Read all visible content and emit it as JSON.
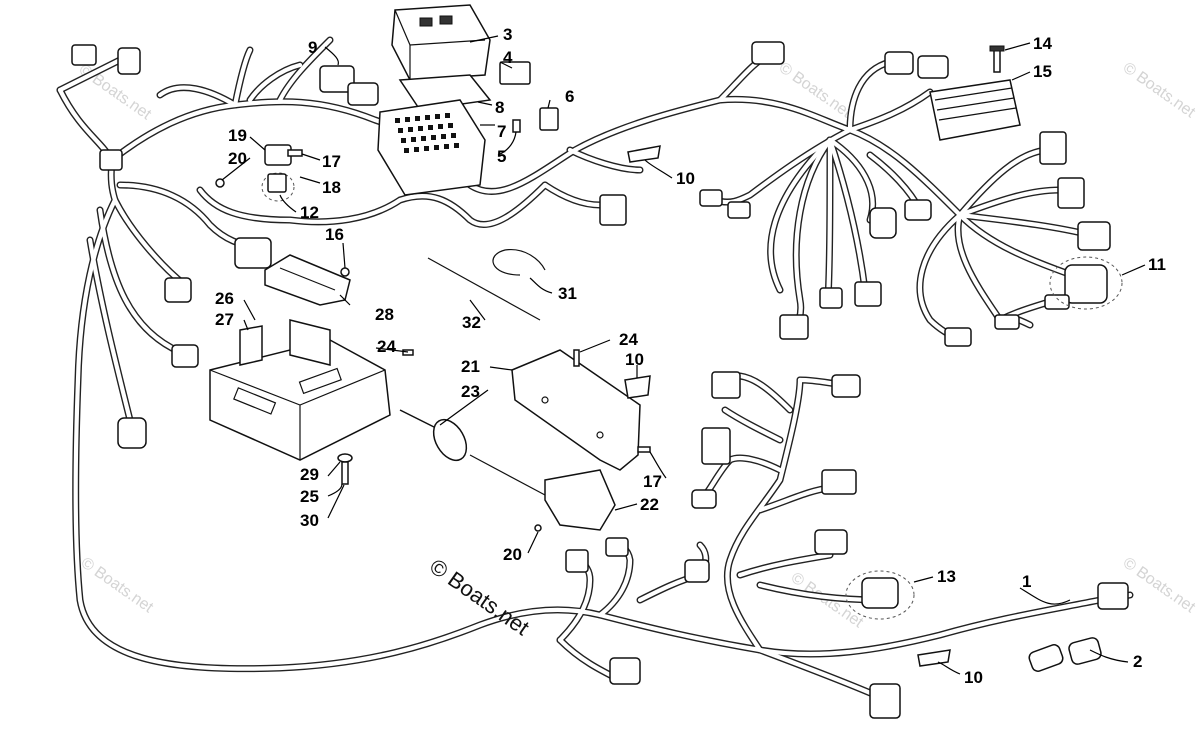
{
  "watermark": {
    "main": "© Boats.net",
    "faint": [
      "© Boats.net",
      "© Boats.net",
      "© Boats.net",
      "© Boats.net",
      "© Boats.net",
      "© Boats.net"
    ]
  },
  "callouts": [
    {
      "id": "1",
      "label": "1"
    },
    {
      "id": "2",
      "label": "2"
    },
    {
      "id": "3",
      "label": "3"
    },
    {
      "id": "4",
      "label": "4"
    },
    {
      "id": "5",
      "label": "5"
    },
    {
      "id": "6",
      "label": "6"
    },
    {
      "id": "7",
      "label": "7"
    },
    {
      "id": "8",
      "label": "8"
    },
    {
      "id": "9",
      "label": "9"
    },
    {
      "id": "10a",
      "label": "10"
    },
    {
      "id": "10b",
      "label": "10"
    },
    {
      "id": "10c",
      "label": "10"
    },
    {
      "id": "11",
      "label": "11"
    },
    {
      "id": "12",
      "label": "12"
    },
    {
      "id": "13",
      "label": "13"
    },
    {
      "id": "14",
      "label": "14"
    },
    {
      "id": "15",
      "label": "15"
    },
    {
      "id": "16",
      "label": "16"
    },
    {
      "id": "17a",
      "label": "17"
    },
    {
      "id": "17b",
      "label": "17"
    },
    {
      "id": "18",
      "label": "18"
    },
    {
      "id": "19",
      "label": "19"
    },
    {
      "id": "20a",
      "label": "20"
    },
    {
      "id": "20b",
      "label": "20"
    },
    {
      "id": "21",
      "label": "21"
    },
    {
      "id": "22",
      "label": "22"
    },
    {
      "id": "23",
      "label": "23"
    },
    {
      "id": "24a",
      "label": "24"
    },
    {
      "id": "24b",
      "label": "24"
    },
    {
      "id": "25",
      "label": "25"
    },
    {
      "id": "26",
      "label": "26"
    },
    {
      "id": "27",
      "label": "27"
    },
    {
      "id": "28",
      "label": "28"
    },
    {
      "id": "29",
      "label": "29"
    },
    {
      "id": "30",
      "label": "30"
    },
    {
      "id": "31",
      "label": "31"
    },
    {
      "id": "32",
      "label": "32"
    }
  ]
}
